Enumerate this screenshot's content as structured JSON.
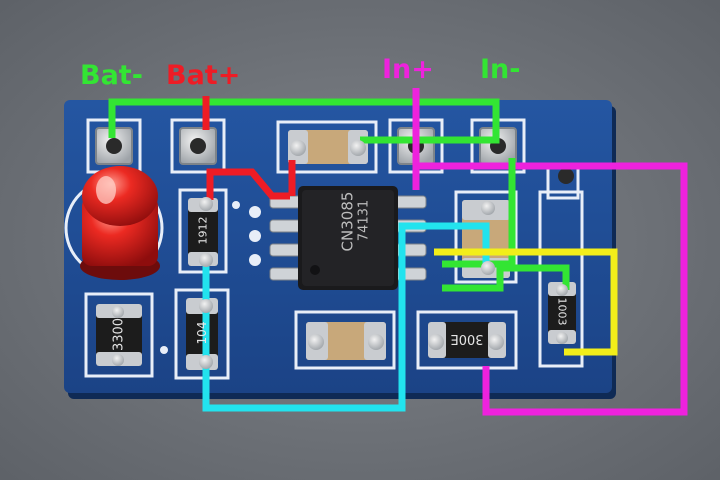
{
  "labels": {
    "bat_minus": "Bat-",
    "bat_plus": "Bat+",
    "in_plus": "In+",
    "in_minus": "In-"
  },
  "components": {
    "ic_marking_line1": "CN3085",
    "ic_marking_line2": "74131",
    "resistor_1912": "1912",
    "resistor_3300": "3300",
    "resistor_104": "104",
    "resistor_300e": "300E",
    "resistor_1003": "1003"
  },
  "colors": {
    "board": "#1f4c93",
    "background": "#6f7378",
    "wire_bat_minus": "#33e533",
    "wire_bat_plus": "#ee1c25",
    "wire_in_plus": "#ee22dd",
    "wire_in_minus": "#33e533",
    "wire_cyan": "#22e3ee",
    "wire_yellow": "#f2ee1a",
    "led": "#e21c1c"
  }
}
